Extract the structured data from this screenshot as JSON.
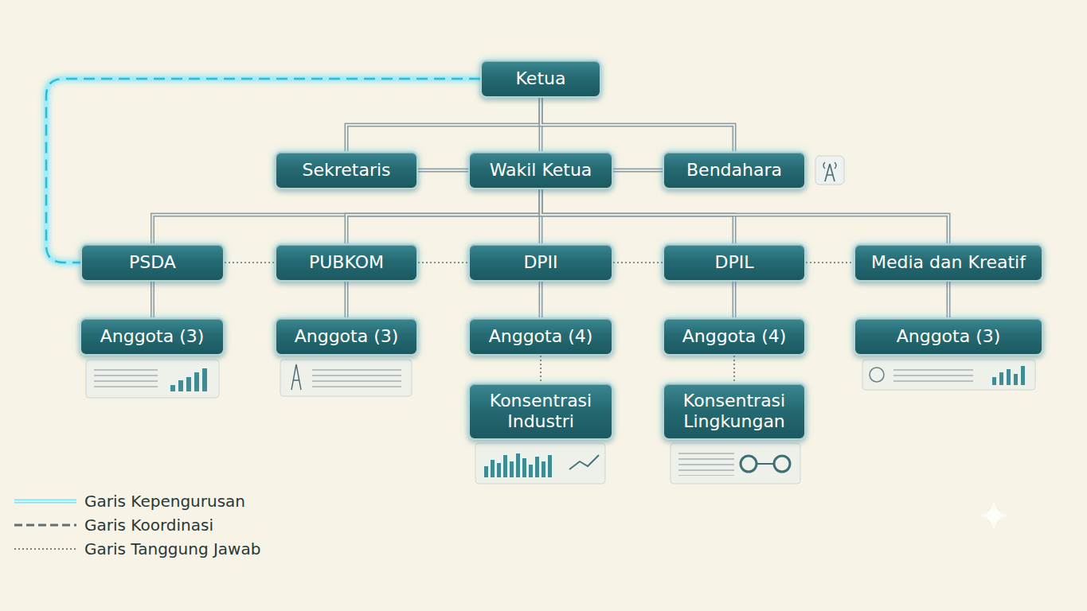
{
  "diagram": {
    "nodes": [
      {
        "text": [
          "Ketua"
        ]
      },
      {
        "text": [
          "Sekretaris"
        ]
      },
      {
        "text": [
          "Wakil Ketua"
        ]
      },
      {
        "text": [
          "Bendahara"
        ]
      },
      {
        "text": [
          "PSDA"
        ]
      },
      {
        "text": [
          "PUBKOM"
        ]
      },
      {
        "text": [
          "DPII"
        ]
      },
      {
        "text": [
          "DPIL"
        ]
      },
      {
        "text": [
          "Media dan Kreatif"
        ]
      },
      {
        "text": [
          "Anggota (3)"
        ]
      },
      {
        "text": [
          "Anggota (3)"
        ]
      },
      {
        "text": [
          "Anggota (4)"
        ]
      },
      {
        "text": [
          "Anggota (4)"
        ]
      },
      {
        "text": [
          "Anggota (3)"
        ]
      },
      {
        "text": [
          "Konsentrasi Industri"
        ]
      },
      {
        "text": [
          "Konsentrasi Lingkungan"
        ]
      }
    ],
    "edges": [
      {
        "from": 0,
        "to": 1,
        "arrow": "none"
      },
      {
        "from": 0,
        "to": 2,
        "arrow": "none"
      },
      {
        "from": 0,
        "to": 3,
        "arrow": "none"
      },
      {
        "from": 1,
        "to": 2,
        "arrow": "none"
      },
      {
        "from": 2,
        "to": 3,
        "arrow": "none"
      },
      {
        "from": 2,
        "to": 4,
        "arrow": "none"
      },
      {
        "from": 2,
        "to": 5,
        "arrow": "none"
      },
      {
        "from": 2,
        "to": 6,
        "arrow": "none"
      },
      {
        "from": 2,
        "to": 7,
        "arrow": "none"
      },
      {
        "from": 2,
        "to": 8,
        "arrow": "none"
      },
      {
        "from": 0,
        "to": 4,
        "arrow": "none"
      },
      {
        "from": 4,
        "to": 5,
        "arrow": "none"
      },
      {
        "from": 5,
        "to": 6,
        "arrow": "none"
      },
      {
        "from": 6,
        "to": 7,
        "arrow": "none"
      },
      {
        "from": 7,
        "to": 8,
        "arrow": "none"
      },
      {
        "from": 4,
        "to": 9,
        "arrow": "none"
      },
      {
        "from": 5,
        "to": 10,
        "arrow": "none"
      },
      {
        "from": 6,
        "to": 11,
        "arrow": "none"
      },
      {
        "from": 7,
        "to": 12,
        "arrow": "none"
      },
      {
        "from": 8,
        "to": 13,
        "arrow": "none"
      },
      {
        "from": 11,
        "to": 14,
        "arrow": "none"
      },
      {
        "from": 12,
        "to": 15,
        "arrow": "none"
      }
    ],
    "legend": [
      {
        "text": "Garis Kepengurusan"
      },
      {
        "text": "Garis Koordinasi"
      },
      {
        "text": "Garis Tanggung Jawab"
      }
    ]
  }
}
